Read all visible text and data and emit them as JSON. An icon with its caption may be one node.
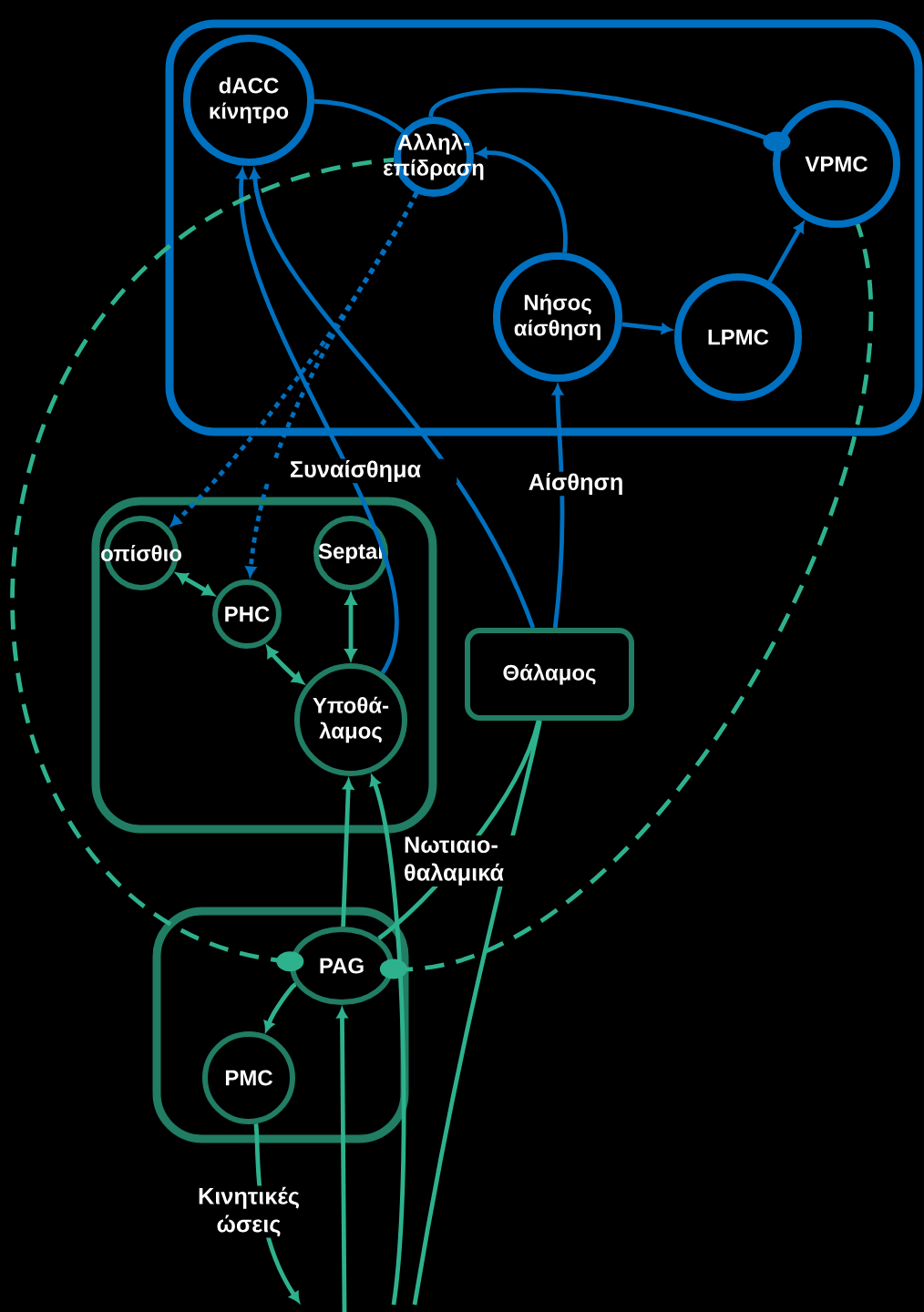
{
  "diagram": {
    "nodes": [
      {
        "text": [],
        "shape": "box"
      },
      {
        "text": [
          "dACC κίνητρο"
        ],
        "in": 0
      },
      {
        "text": [
          "Αλληλ- επίδραση"
        ],
        "in": 0
      },
      {
        "text": [
          "VPMC"
        ],
        "in": 0
      },
      {
        "text": [
          "Νήσος αίσθηση"
        ],
        "in": 0
      },
      {
        "text": [
          "LPMC"
        ],
        "in": 0
      },
      {
        "text": [],
        "shape": "box"
      },
      {
        "text": [
          "οπίσθιο"
        ],
        "in": 6
      },
      {
        "text": [
          "Septal"
        ],
        "in": 6
      },
      {
        "text": [
          "PHC"
        ],
        "in": 6
      },
      {
        "text": [
          "Υποθά- λαμος"
        ],
        "in": 6
      },
      {
        "text": [
          "Θάλαμος"
        ]
      },
      {
        "text": [],
        "shape": "box"
      },
      {
        "text": [
          "PAG"
        ],
        "in": 12
      },
      {
        "text": [
          "PMC"
        ],
        "in": 12
      }
    ],
    "edges": [
      {
        "from": 1,
        "to": 2,
        "arrow": "none",
        "color": "#0070c0"
      },
      {
        "from": 3,
        "to": 2,
        "arrow": "other",
        "color": "#0070c0"
      },
      {
        "from": 4,
        "to": 2,
        "arrow": "to",
        "color": "#0070c0"
      },
      {
        "from": 4,
        "to": 5,
        "arrow": "to",
        "color": "#0070c0"
      },
      {
        "from": 5,
        "to": 3,
        "arrow": "to",
        "color": "#0070c0"
      },
      {
        "from": 2,
        "to": 7,
        "arrow": "to",
        "style": "dashed",
        "color": "#0070c0"
      },
      {
        "from": 2,
        "to": 9,
        "arrow": "to",
        "style": "dashed",
        "color": "#0070c0",
        "label": "Συναίσθημα"
      },
      {
        "from": 11,
        "to": 1,
        "arrow": "to",
        "color": "#0070c0"
      },
      {
        "from": 10,
        "to": 1,
        "arrow": "to",
        "color": "#0070c0"
      },
      {
        "from": 11,
        "to": 4,
        "arrow": "to",
        "color": "#0070c0",
        "label": "Αίσθηση"
      },
      {
        "from": 7,
        "to": 9,
        "arrow": "both"
      },
      {
        "from": 9,
        "to": 10,
        "arrow": "both"
      },
      {
        "from": 8,
        "to": 10,
        "arrow": "both"
      },
      {
        "from": 13,
        "to": 10,
        "arrow": "to"
      },
      {
        "from": null,
        "to": 10,
        "arrow": "to"
      },
      {
        "from": null,
        "to": 13,
        "arrow": "to"
      },
      {
        "from": 14,
        "to": null,
        "arrow": "to",
        "label": "Κινητικές ώσεις"
      },
      {
        "from": 11,
        "to": 13,
        "arrow": "none"
      },
      {
        "from": null,
        "to": 11,
        "arrow": "none",
        "label": "Νωτιαιο- θαλαμικά"
      },
      {
        "from": 13,
        "to": 14,
        "arrow": "to"
      },
      {
        "from": 13,
        "to": 2,
        "arrow": "other",
        "style": "dashed"
      },
      {
        "from": 13,
        "to": 3,
        "arrow": "other",
        "style": "dashed"
      }
    ]
  }
}
